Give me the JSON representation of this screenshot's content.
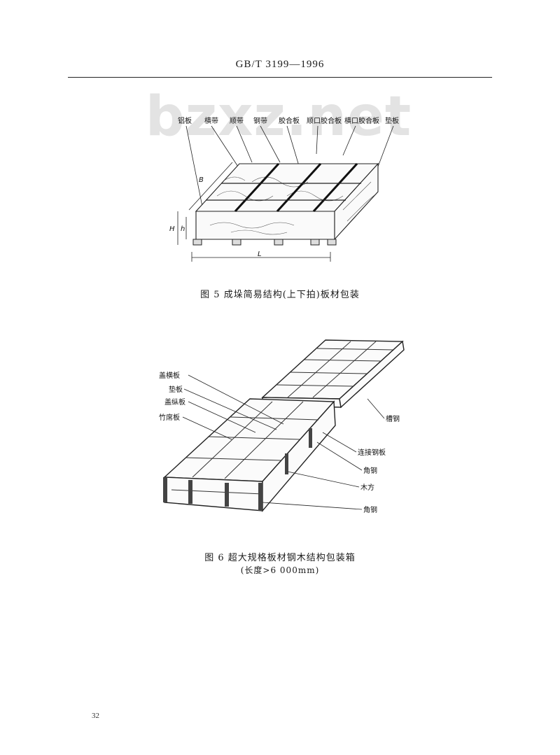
{
  "header": {
    "standard_code": "GB/T 3199—1996"
  },
  "watermark": {
    "text": "bzxz.net"
  },
  "figure5": {
    "labels": {
      "lingban": "铝板",
      "hengdai": "横带",
      "shundai": "顺带",
      "gangdai": "钢带",
      "jiaoheban": "胶合板",
      "shunkou": "顺口胶合板",
      "hengkou": "横口胶合板",
      "dianban": "垫板",
      "dim_B": "B",
      "dim_H": "H",
      "dim_h": "h",
      "dim_L": "L"
    },
    "caption": "图 5   成垛简易结构(上下拍)板材包装"
  },
  "figure6": {
    "labels": {
      "gaihengban": "盖横板",
      "dianban": "垫板",
      "gaizongban": "盖纵板",
      "zhuxiban": "竹席板",
      "caogang": "槽钢",
      "lianjie": "连接钢板",
      "jiaogang1": "角钢",
      "mufang": "木方",
      "jiaogang2": "角钢"
    },
    "caption_line1": "图 6   超大规格板材钢木结构包装箱",
    "caption_line2": "(长度>6 000mm)"
  },
  "page_number": "32"
}
